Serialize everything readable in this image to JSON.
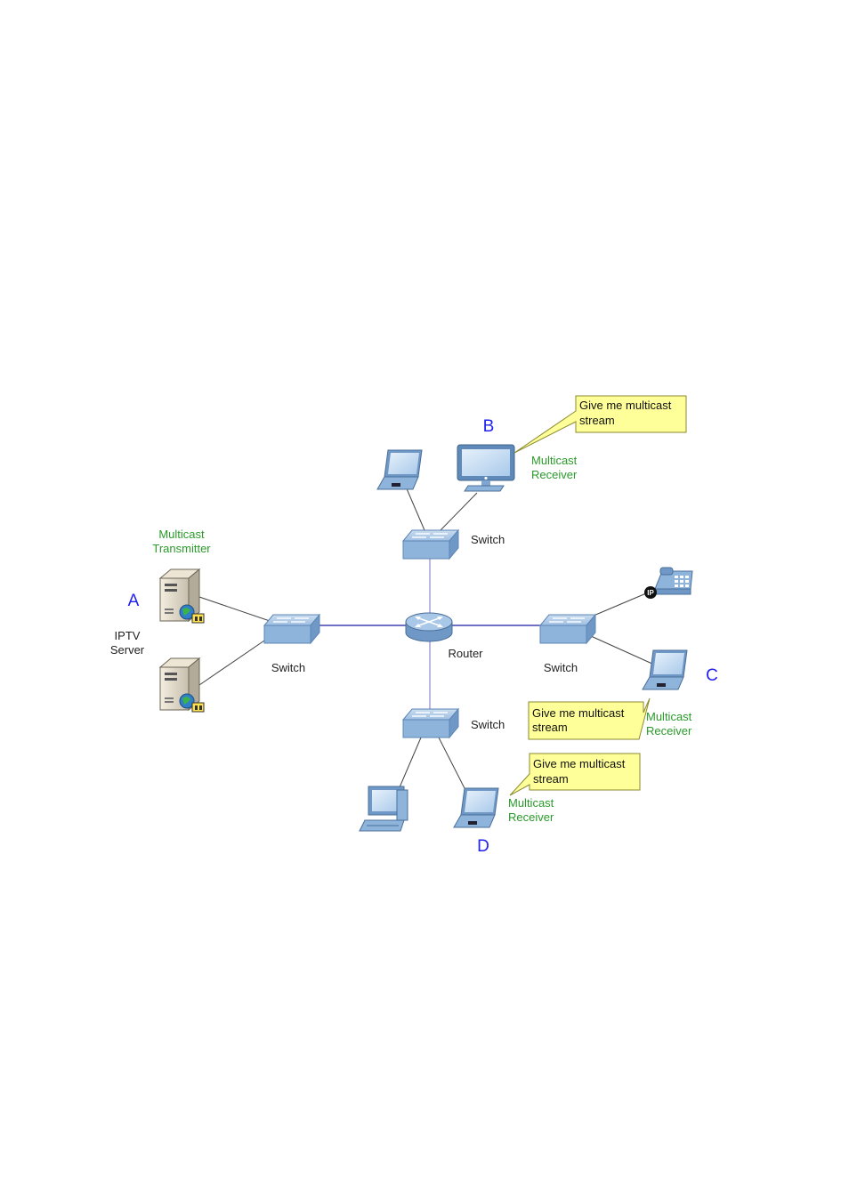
{
  "labels": {
    "letter_a": "A",
    "letter_b": "B",
    "letter_c": "C",
    "letter_d": "D",
    "iptv_line1": "IPTV",
    "iptv_line2": "Server",
    "transmitter_line1": "Multicast",
    "transmitter_line2": "Transmitter",
    "receiver_b_line1": "Multicast",
    "receiver_b_line2": "Receiver",
    "receiver_c_line1": "Multicast",
    "receiver_c_line2": "Receiver",
    "receiver_d_line1": "Multicast",
    "receiver_d_line2": "Receiver",
    "router": "Router",
    "switch_top": "Switch",
    "switch_left": "Switch",
    "switch_right": "Switch",
    "switch_bottom": "Switch"
  },
  "callouts": {
    "b": {
      "line1": "Give me multicast",
      "line2": "stream"
    },
    "c": {
      "line1": "Give me multicast",
      "line2": "stream"
    },
    "d": {
      "line1": "Give me multicast",
      "line2": "stream"
    }
  },
  "icons": {
    "server": "server-icon",
    "switch": "switch-icon",
    "router": "router-icon",
    "laptop": "laptop-icon",
    "monitor": "monitor-icon",
    "desktop": "desktop-computer-icon",
    "phone": "ip-phone-icon",
    "phone_badge": "IP"
  },
  "colors": {
    "device_blue": "#8fb4dc",
    "link_blue": "#1a1aa0",
    "link_gray": "#444444",
    "callout_fill": "#ffff99",
    "callout_border": "#8a8a30",
    "receiver_green": "#2a9a2a",
    "letter_blue": "#2222ee"
  }
}
